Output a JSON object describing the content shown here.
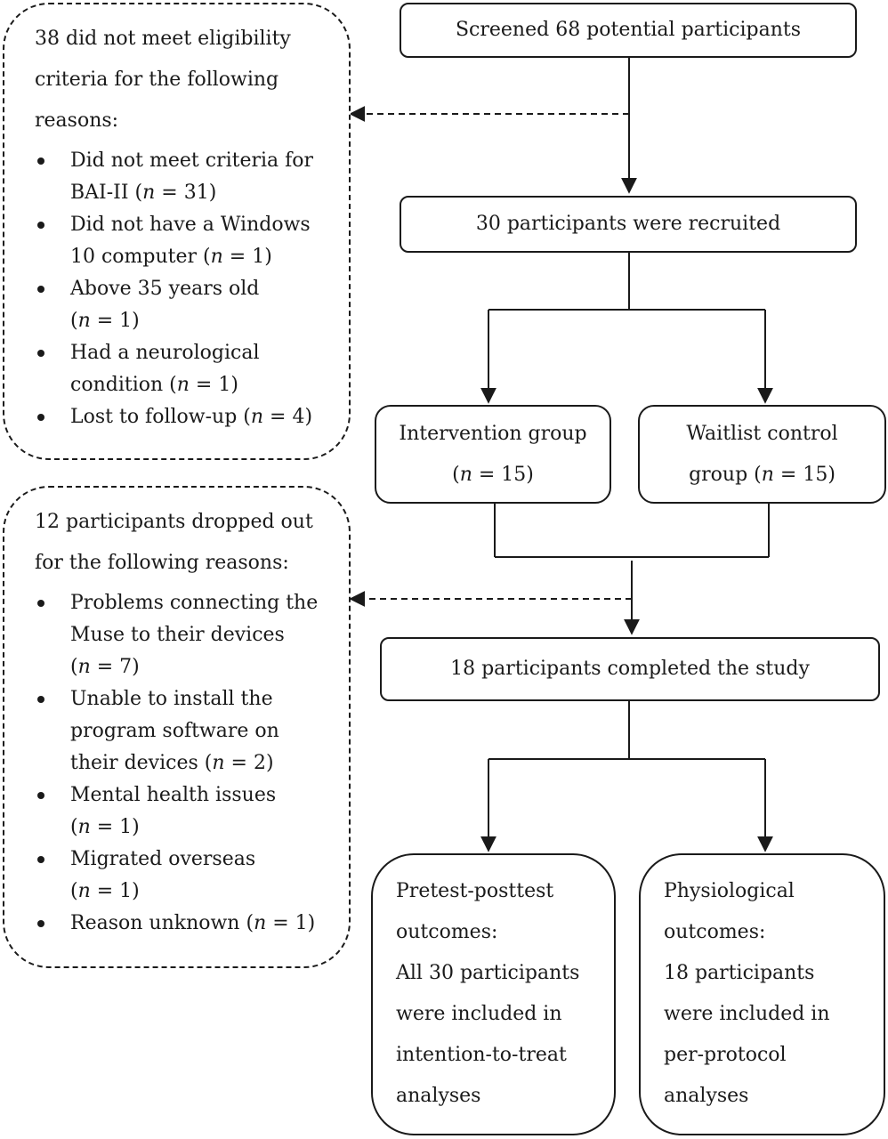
{
  "boxes": {
    "screened": "Screened 68 potential participants",
    "recruited": "30 participants were recruited",
    "intervention": {
      "line1": "Intervention group",
      "line2_pre": "(",
      "n": "n",
      "line2_post": " = 15)"
    },
    "waitlist": {
      "line1": "Waitlist control",
      "line2_pre": "group (",
      "n": "n",
      "line2_post": " = 15)"
    },
    "completed": "18 participants completed the study",
    "pretest": [
      "Pretest-posttest",
      "outcomes:",
      "All 30 participants",
      "were included in",
      "intention-to-treat",
      "analyses"
    ],
    "physiological": [
      "Physiological",
      "outcomes:",
      "18 participants",
      "were included in",
      "per-protocol",
      "analyses"
    ]
  },
  "eligibility": {
    "header": [
      "38 did not meet eligibility",
      "criteria for the following",
      "reasons:"
    ],
    "items": [
      {
        "line1": "Did not meet criteria for",
        "line2_pre": "BAI-II (",
        "n": "n",
        "line2_post": " = 31)"
      },
      {
        "line1": "Did not have a Windows",
        "line2_pre": "10 computer (",
        "n": "n",
        "line2_post": " = 1)"
      },
      {
        "line1": "Above 35 years old",
        "line2_pre": "(",
        "n": "n",
        "line2_post": " = 1)"
      },
      {
        "line1": "Had a neurological",
        "line2_pre": "condition (",
        "n": "n",
        "line2_post": " = 1)"
      },
      {
        "line1": "",
        "line2_pre": "Lost to follow-up (",
        "n": "n",
        "line2_post": " = 4)"
      }
    ]
  },
  "dropouts": {
    "header": [
      "12 participants dropped out",
      "for the following reasons:"
    ],
    "items": [
      {
        "lines": [
          "Problems connecting the",
          "Muse to their devices"
        ],
        "line_pre": "(",
        "n": "n",
        "line_post": " = 7)"
      },
      {
        "lines": [
          "Unable to install the",
          "program software on"
        ],
        "line_pre": "their devices (",
        "n": "n",
        "line_post": " = 2)"
      },
      {
        "lines": [
          "Mental health issues"
        ],
        "line_pre": "(",
        "n": "n",
        "line_post": " = 1)"
      },
      {
        "lines": [
          "Migrated overseas"
        ],
        "line_pre": "(",
        "n": "n",
        "line_post": " = 1)"
      },
      {
        "lines": [],
        "line_pre": "Reason unknown (",
        "n": "n",
        "line_post": " = 1)"
      }
    ]
  }
}
